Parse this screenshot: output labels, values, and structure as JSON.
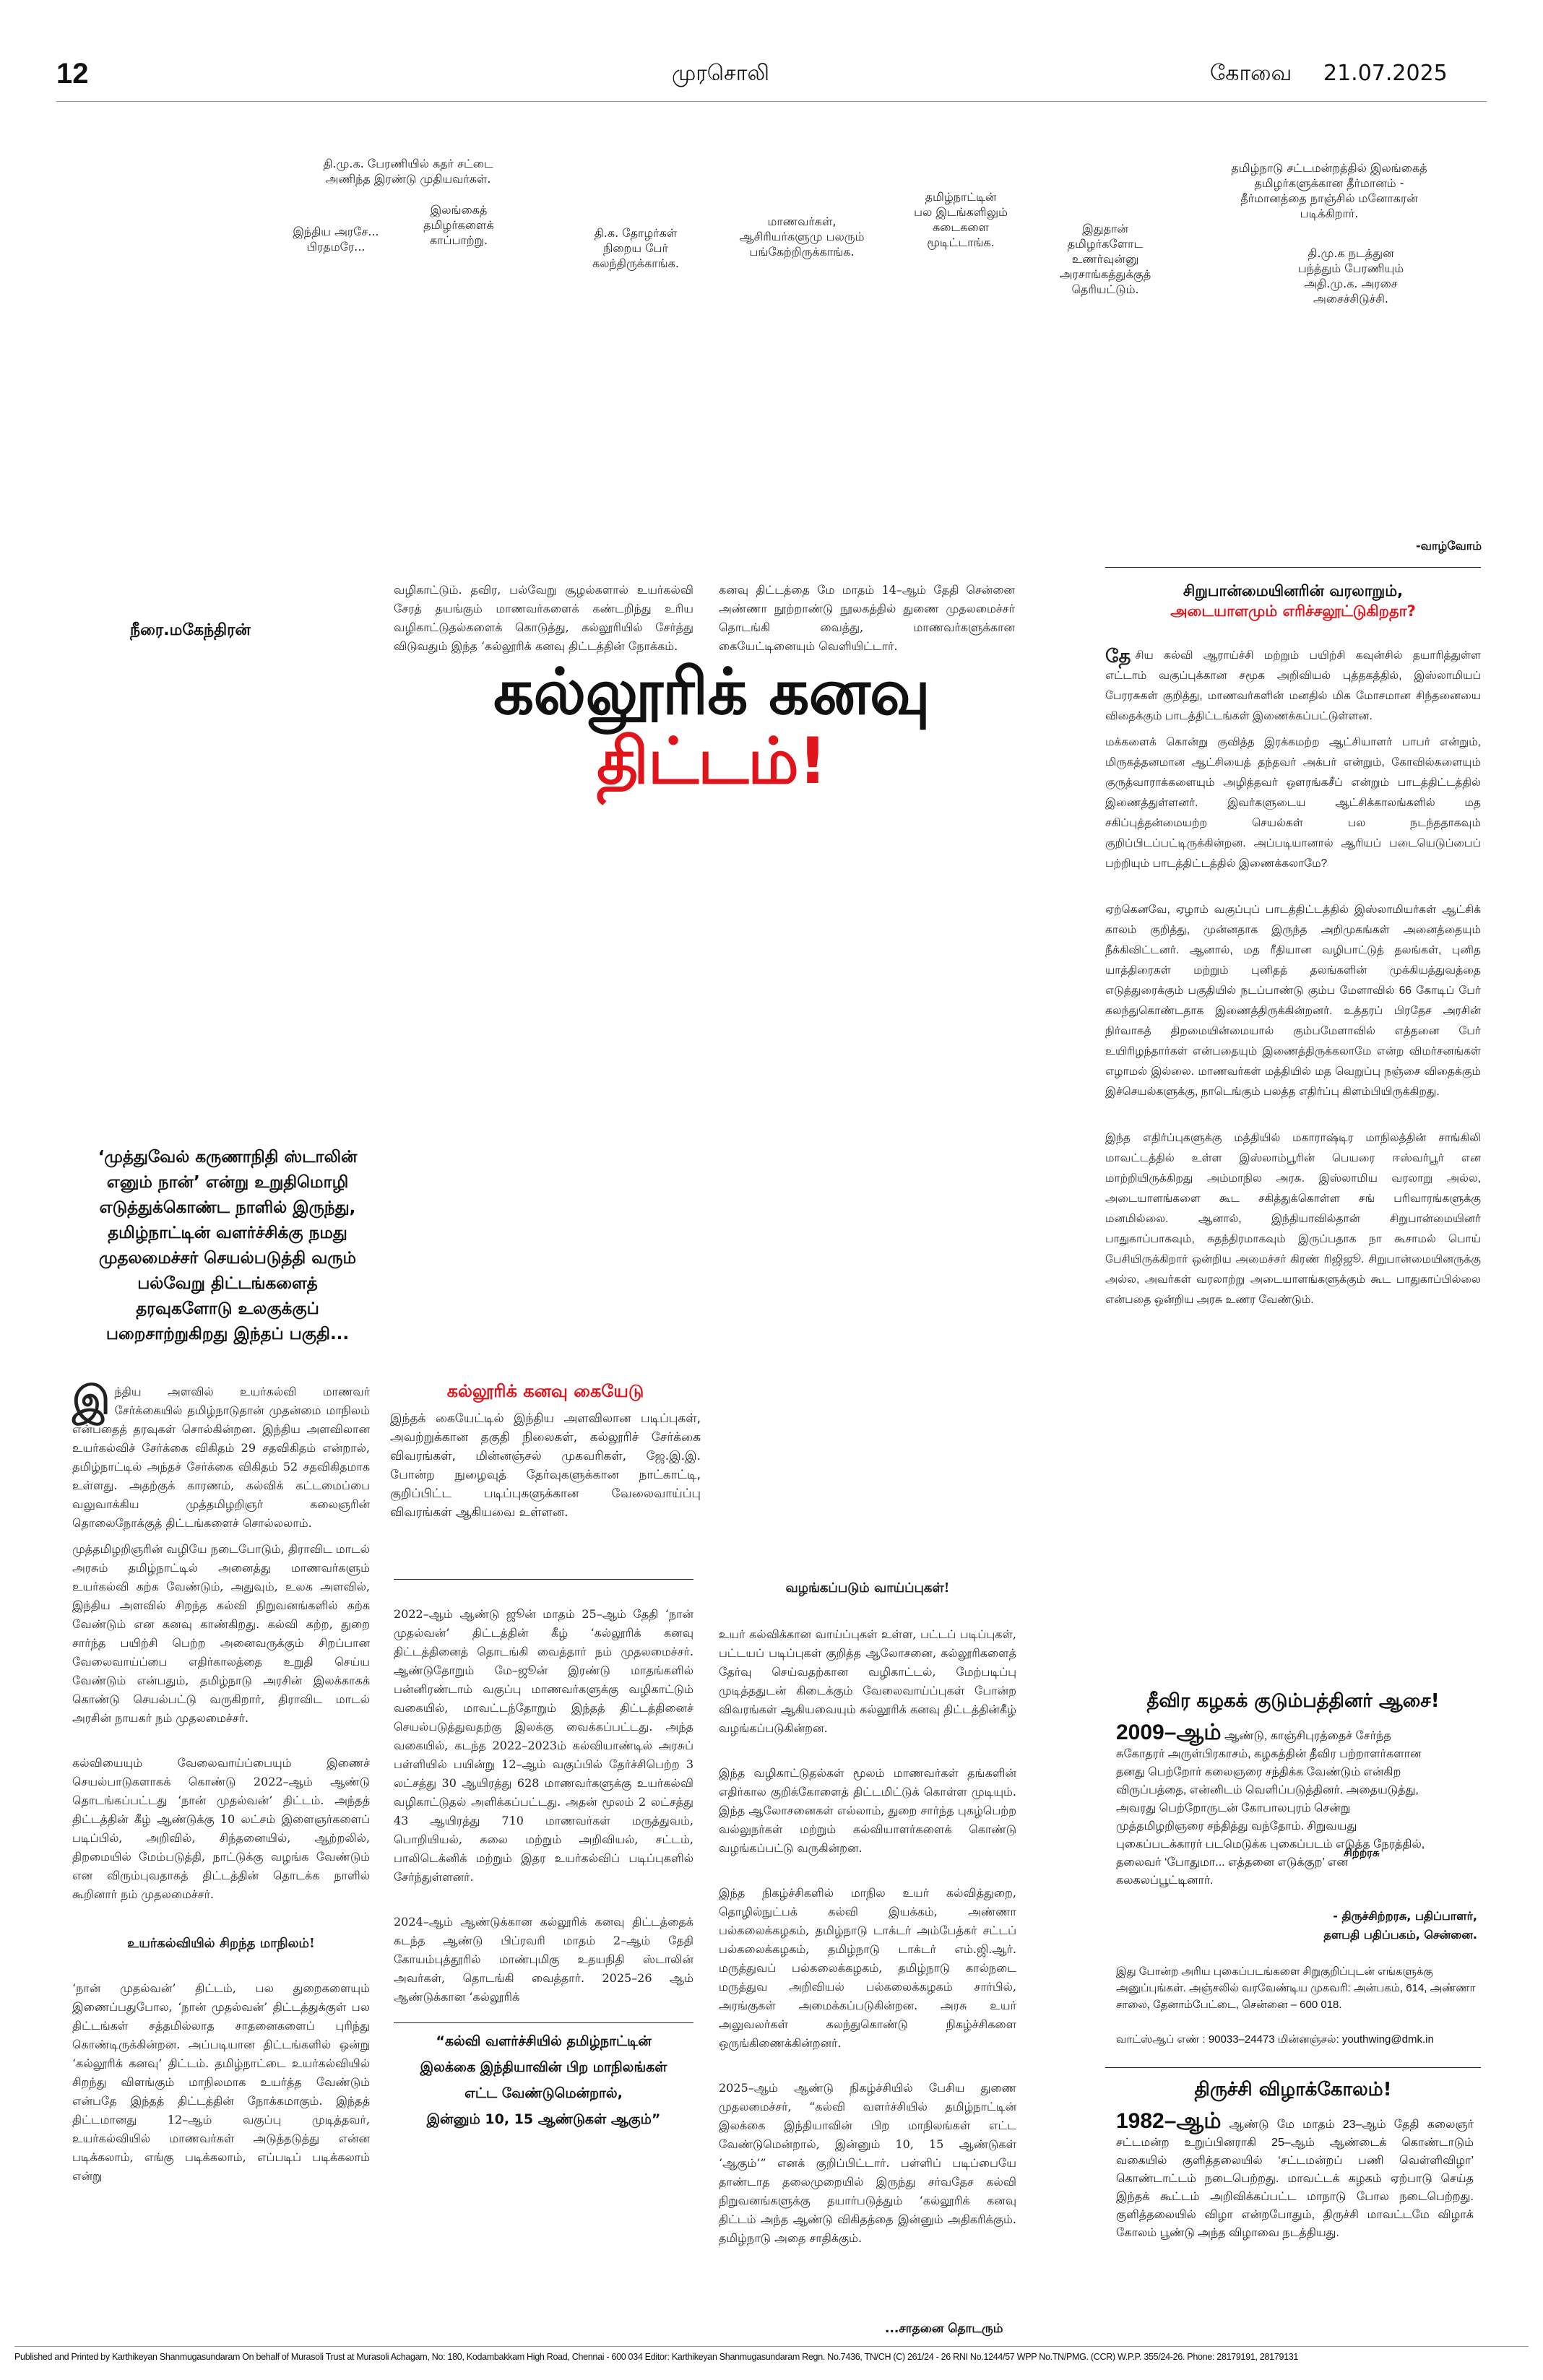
{
  "header": {
    "page_number": "12",
    "masthead": "முரசொலி",
    "edition": "கோவை",
    "date": "21.07.2025"
  },
  "photo_captions": [
    "தி.மு.க. பேரணியில் கதர் சட்டை\nஅணிந்த இரண்டு முதியவர்கள்.",
    "இந்திய அரசே...\nபிரதமரே...",
    "இலங்கைத்\nதமிழர்களைக்\nகாப்பாற்று.",
    "தி.க. தோழர்கள்\nநிறைய பேர்\nகலந்திருக்காங்க.",
    "மாணவர்கள்,\nஆசிரியர்களுமு பலரும்\nபங்கேற்றிருக்காங்க.",
    "தமிழ்நாட்டின்\nபல இடங்களிலும்\nகடைகளை\nமூடிட்டாங்க.",
    "இதுதான்\nதமிழர்களோட\nஉணர்வுன்னு\nஅரசாங்கத்துக்குத்\nதெரியட்டும்.",
    "தமிழ்நாடு சட்டமன்றத்தில் இலங்கைத்\nதமிழர்களுக்கான தீர்மானம் -\nதீர்மானத்தை நாஞ்சில் மனோகரன்\nபடிக்கிறார்.",
    "தி.மு.க நடத்துன\nபந்த்தும் பேரணியும்\nஅதி.மு.க. அரசை\nஅசைச்சிடுச்சி."
  ],
  "signoff": "-வாழ்வோம்",
  "sidebar_top": {
    "title_line1": "சிறுபான்மையினரின் வரலாறும்,",
    "title_line2": "அடையாளமும் எரிச்சலூட்டுகிறதா?",
    "p1_drop": "தே",
    "p1": "சிய கல்வி ஆராய்ச்சி மற்றும் பயிற்சி கவுன்சில் தயாரித்துள்ள எட்டாம் வகுப்புக்கான சமூக அறிவியல் புத்தகத்தில், இஸ்லாமியப் பேரரசுகள் குறித்து, மாணவர்களின் மனதில் மிக மோசமான சிந்தனையை விதைக்கும் பாடத்திட்டங்கள் இணைக்கப்பட்டுள்ளன.",
    "p2": "மக்களைக் கொன்று குவித்த இரக்கமற்ற ஆட்சியாளர் பாபர் என்றும், மிருகத்தனமான ஆட்சியைத் தந்தவர் அக்பர் என்றும், கோவில்களையும் குருத்வாராக்களையும் அழித்தவர் ஔரங்கசீப் என்றும் பாடத்திட்டத்தில் இணைத்துள்ளனர். இவர்களுடைய ஆட்சிக்காலங்களில் மத சகிப்புத்தன்மையற்ற செயல்கள் பல நடந்ததாகவும் குறிப்பிடப்பட்டிருக்கின்றன. அப்படியானால் ஆரியப் படையெடுப்பைப் பற்றியும் பாடத்திட்டத்தில் இணைக்கலாமே?",
    "p3": "ஏற்கெனவே, ஏழாம் வகுப்புப் பாடத்திட்டத்தில் இஸ்லாமியர்கள் ஆட்சிக் காலம் குறித்து, முன்னதாக இருந்த அறிமுகங்கள் அனைத்தையும் நீக்கிவிட்டனர். ஆனால், மத ரீதியான வழிபாட்டுத் தலங்கள், புனித யாத்திரைகள் மற்றும் புனிதத் தலங்களின் முக்கியத்துவத்தை எடுத்துரைக்கும் பகுதியில் நடப்பாண்டு கும்ப மேளாவில் 66 கோடிப் பேர் கலந்துகொண்டதாக இணைத்திருக்கின்றனர். உத்தரப் பிரதேச அரசின் நிர்வாகத் திறமையின்மையால் கும்பமேளாவில் எத்தனை பேர் உயிரிழந்தார்கள் என்பதையும் இணைத்திருக்கலாமே என்ற விமர்சனங்கள் எழாமல் இல்லை. மாணவர்கள் மத்தியில் மத வெறுப்பு நஞ்சை விதைக்கும் இச்செயல்களுக்கு, நாடெங்கும் பலத்த எதிர்ப்பு கிளம்பியிருக்கிறது.",
    "p4": "இந்த எதிர்ப்புகளுக்கு மத்தியில் மகாராஷ்டிர மாநிலத்தின் சாங்கிலி மாவட்டத்தில் உள்ள இஸ்லாம்பூரின் பெயரை ஈஸ்வர்பூர் என மாற்றியிருக்கிறது அம்மாநில அரசு. இஸ்லாமிய வரலாறு அல்ல, அடையாளங்களை கூட சகித்துக்கொள்ள சங் பரிவாரங்களுக்கு மனமில்லை. ஆனால், இந்தியாவில்தான் சிறுபான்மையினர் பாதுகாப்பாகவும், சுதந்திரமாகவும் இருப்பதாக நா கூசாமல் பொய் பேசியிருக்கிறார் ஒன்றிய அமைச்சர் கிரண் ரிஜிஜூ. சிறுபான்மையினருக்கு அல்ல, அவர்கள் வரலாற்று அடையாளங்களுக்கும் கூட பாதுகாப்பில்லை என்பதை ஒன்றிய அரசு உணர வேண்டும்."
  },
  "article": {
    "byline": "நீரை.மகேந்திரன்",
    "headline_part1": "கல்லூரிக் கனவு ",
    "headline_part2": "திட்டம்!",
    "top_col1": "வழிகாட்டும். தவிர, பல்வேறு சூழல்களால் உயர்கல்வி சேரத் தயங்கும் மாணவர்களைக் கண்டறிந்து உரிய வழிகாட்டுதல்களைக் கொடுத்து, கல்லூரியில் சேர்த்து விடுவதும் இந்த ‘கல்லூரிக் கனவு திட்டத்தின் நோக்கம்.",
    "top_col2": "கனவு திட்டத்தை மே மாதம் 14–ஆம் தேதி சென்னை அண்ணா நூற்றாண்டு நூலகத்தில் துணை முதலமைச்சர் தொடங்கி வைத்து, மாணவர்களுக்கான கையேட்டினையும் வெளியிட்டார்.",
    "pullquote": "‘முத்துவேல் கருணாநிதி ஸ்டாலின் எனும் நான்’ என்று உறுதிமொழி எடுத்துக்கொண்ட நாளில் இருந்து, தமிழ்நாட்டின் வளர்ச்சிக்கு நமது முதலமைச்சர் செயல்படுத்தி வரும் பல்வேறு திட்டங்களைத் தரவுகளோடு உலகுக்குப் பறைசாற்றுகிறது இந்தப் பகுதி...",
    "col1_p1_drop": "இ",
    "col1_p1": "ந்திய அளவில் உயர்கல்வி மாணவர் சேர்க்கையில் தமிழ்நாடுதான் முதன்மை மாநிலம் என்பதைத் தரவுகள் சொல்கின்றன. இந்திய அளவிலான உயர்கல்விச் சேர்க்கை விகிதம் 29 சதவிகிதம் என்றால், தமிழ்நாட்டில் அந்தச் சேர்க்கை விகிதம் 52 சதவிகிதமாக உள்ளது. அதற்குக் காரணம், கல்விக் கட்டமைப்பை வலுவாக்கிய முத்தமிழறிஞர் கலைஞரின் தொலைநோக்குத் திட்டங்களைச் சொல்லலாம்.",
    "col1_p2": "முத்தமிழறிஞரின் வழியே நடைபோடும், திராவிட மாடல் அரசும் தமிழ்நாட்டில் அனைத்து மாணவர்களும் உயர்கல்வி கற்க வேண்டும், அதுவும், உலக அளவில், இந்திய அளவில் சிறந்த கல்வி நிறுவனங்களில் கற்க வேண்டும் என கனவு காண்கிறது. கல்வி கற்ற, துறை சார்ந்த பயிற்சி பெற்ற அனைவருக்கும் சிறப்பான வேலைவாய்ப்பை எதிர்காலத்தை உறுதி செய்ய வேண்டும் என்பதும், தமிழ்நாடு அரசின் இலக்காகக் கொண்டு செயல்பட்டு வருகிறார், திராவிட மாடல் அரசின் நாயகர் நம் முதலமைச்சர்.",
    "col1_p3": "கல்வியையும் வேலைவாய்ப்பையும் இணைச் செயல்பாடுகளாகக் கொண்டு 2022–ஆம் ஆண்டு தொடங்கப்பட்டது ‘நான் முதல்வன்’ திட்டம். அந்தத் திட்டத்தின் கீழ் ஆண்டுக்கு 10 லட்சம் இளைஞர்களைப் படிப்பில், அறிவில், சிந்தனையில், ஆற்றலில், திறமையில் மேம்படுத்தி, நாட்டுக்கு வழங்க வேண்டும் என விரும்புவதாகத் திட்டத்தின் தொடக்க நாளில் கூறினார் நம் முதலமைச்சர்.",
    "col1_subhead": "உயர்கல்வியில் சிறந்த மாநிலம்!",
    "col1_p4": "‘நான் முதல்வன்’ திட்டம், பல துறைகளையும் இணைப்பதுபோல, ‘நான் முதல்வன்’ திட்டத்துக்குள் பல திட்டங்கள் சத்தமில்லாத சாதனைகளைப் புரிந்து கொண்டிருக்கின்றன. அப்படியான திட்டங்களில் ஒன்று ‘கல்லூரிக் கனவு’ திட்டம். தமிழ்நாட்டை உயர்கல்வியில் சிறந்து விளங்கும் மாநிலமாக உயர்த்த வேண்டும் என்பதே இந்தத் திட்டத்தின் நோக்கமாகும். இந்தத் திட்டமானது 12–ஆம் வகுப்பு முடித்தவர், உயர்கல்வியில் மாணவர்கள் அடுத்தடுத்து என்ன படிக்கலாம், எங்கு படிக்கலாம், எப்படிப் படிக்கலாம் என்று",
    "box_title": "கல்லூரிக் கனவு கையேடு",
    "box_text": "இந்தக் கையேட்டில் இந்திய அளவிலான படிப்புகள், அவற்றுக்கான தகுதி நிலைகள், கல்லூரிச் சேர்க்கை விவரங்கள், மின்னஞ்சல் முகவரிகள், ஜே.இ.இ. போன்ற நுழைவுத் தேர்வுகளுக்கான நாட்காட்டி, குறிப்பிட்ட படிப்புகளுக்கான வேலைவாய்ப்பு விவரங்கள் ஆகியவை உள்ளன.",
    "col2_p1": "2022–ஆம் ஆண்டு ஜூன் மாதம் 25–ஆம் தேதி ‘நான் முதல்வன்’ திட்டத்தின் கீழ் ‘கல்லூரிக் கனவு திட்டத்தினைத் தொடங்கி வைத்தார் நம் முதலமைச்சர். ஆண்டுதோறும் மே–ஜூன் இரண்டு மாதங்களில் பன்னிரண்டாம் வகுப்பு மாணவர்களுக்கு வழிகாட்டும் வகையில், மாவட்டந்தோறும் இந்தத் திட்டத்தினைச் செயல்படுத்துவதற்கு இலக்கு வைக்கப்பட்டது. அந்த வகையில், கடந்த 2022–2023ம் கல்வியாண்டில் அரசுப் பள்ளியில் பயின்று 12–ஆம் வகுப்பில் தேர்ச்சிபெற்ற 3 லட்சத்து 30 ஆயிரத்து 628 மாணவர்களுக்கு உயர்கல்வி வழிகாட்டுதல் அளிக்கப்பட்டது. அதன் மூலம் 2 லட்சத்து 43 ஆயிரத்து 710 மாணவர்கள் மருத்துவம், பொறியியல், கலை மற்றும் அறிவியல், சட்டம், பாலிடெக்னிக் மற்றும் இதர உயர்கல்விப் படிப்புகளில் சேர்ந்துள்ளனர்.",
    "col2_p2": "2024–ஆம் ஆண்டுக்கான கல்லூரிக் கனவு திட்டத்தைக் கடந்த ஆண்டு பிப்ரவரி மாதம் 2–ஆம் தேதி கோயம்புத்தூரில் மாண்புமிகு உதயநிதி ஸ்டாலின் அவர்கள், தொடங்கி வைத்தார். 2025–26 ஆம் ஆண்டுக்கான ‘கல்லூரிக்",
    "col2_quote_l1": "“கல்வி வளர்ச்சியில் தமிழ்நாட்டின்",
    "col2_quote_l2": "இலக்கை இந்தியாவின் பிற மாநிலங்கள்",
    "col2_quote_l3": "எட்ட வேண்டுமென்றால்,",
    "col2_quote_l4": "இன்னும் 10, 15 ஆண்டுகள் ஆகும்”",
    "col3_subhead": "வழங்கப்படும் வாய்ப்புகள்!",
    "col3_p1": "உயர் கல்விக்கான வாய்ப்புகள் உள்ள, பட்டப் படிப்புகள், பட்டயப் படிப்புகள் குறித்த ஆலோசனை, கல்லூரிகளைத் தேர்வு செய்வதற்கான வழிகாட்டல், மேற்படிப்பு முடித்ததுடன் கிடைக்கும் வேலைவாய்ப்புகள் போன்ற விவரங்கள் ஆகியவையும் கல்லூரிக் கனவு திட்டத்தின்கீழ் வழங்கப்படுகின்றன.",
    "col3_p2": "இந்த வழிகாட்டுதல்கள் மூலம் மாணவர்கள் தங்களின் எதிர்கால குறிக்கோளைத் திட்டமிட்டுக் கொள்ள முடியும். இந்த ஆலோசனைகள் எல்லாம், துறை சார்ந்த புகழ்பெற்ற வல்லுநர்கள் மற்றும் கல்வியாளர்களைக் கொண்டு வழங்கப்பட்டு வருகின்றன.",
    "col3_p3": "இந்த நிகழ்ச்சிகளில் மாநில உயர் கல்வித்துறை, தொழில்நுட்பக் கல்வி இயக்கம், அண்ணா பல்கலைக்கழகம், தமிழ்நாடு டாக்டர் அம்பேத்கர் சட்டப் பல்கலைக்கழகம், தமிழ்நாடு டாக்டர் எம்.ஜி.ஆர். மருத்துவப் பல்கலைக்கழகம், தமிழ்நாடு கால்நடை மருத்துவ அறிவியல் பல்கலைக்கழகம் சார்பில், அரங்குகள் அமைக்கப்படுகின்றன. அரசு உயர் அலுவலர்கள் கலந்துகொண்டு நிகழ்ச்சிகளை ஒருங்கிணைக்கின்றனர்.",
    "col3_p4": "2025–ஆம் ஆண்டு நிகழ்ச்சியில் பேசிய துணை முதலமைச்சர், “கல்வி வளர்ச்சியில் தமிழ்நாட்டின் இலக்கை இந்தியாவின் பிற மாநிலங்கள் எட்ட வேண்டுமென்றால், இன்னும் 10, 15 ஆண்டுகள் ‘ஆகும்’” எனக் குறிப்பிட்டார். பள்ளிப் படிப்பையே தாண்டாத தலைமுறையில் இருந்து சர்வதேச கல்வி நிறுவனங்களுக்கு தயார்படுத்தும் ‘கல்லூரிக் கனவு திட்டம் அந்த ஆண்டு விகிதத்தை இன்னும் அதிகரிக்கும். தமிழ்நாடு அதை சாதிக்கும்.",
    "continued": "...சாதனை தொடரும்"
  },
  "sidebar_dmk": {
    "title": "தீவிர கழகக் குடும்பத்தினர் ஆசை!",
    "text_lead": "2009–ஆம்",
    "text": "ஆண்டு, காஞ்சிபுரத்தைச் சேர்ந்த சுகோதரர் அருள்பிரகாசம், கழகத்தின் தீவிர பற்றாளர்களான தனது பெற்றோர் கலைஞரை சந்திக்க வேண்டும் என்கிற விருப்பத்தை, என்னிடம் வெளிப்படுத்தினர். அதையடுத்து, அவரது பெற்றோருடன் கோபாலபுரம் சென்று முத்தமிழறிஞரை சந்தித்து வந்தோம். சிறுவயது புகைப்படக்காரர் படமெடுக்க புகைப்படம் எடுத்த நேரத்தில், தலைவர் ‘போதுமா... எத்தனை எடுக்குற’ என கலகலப்பூட்டினார்.",
    "photo_label": "சிற்றரசு",
    "signature": "- திருச்சிற்றரசு, பதிப்பாளர்,\nதளபதி பதிப்பகம், சென்னை.",
    "notice": "இது போன்ற அரிய புகைப்படங்களை சிறுகுறிப்புடன் எங்களுக்கு அனுப்புங்கள். அஞ்சலில் வரவேண்டிய முகவரி: அன்பகம், 614, அண்ணா சாலை, தேனாம்பேட்டை, சென்னை – 600 018.",
    "contact": "வாட்ஸ்ஆப் எண் : 90033–24473 மின்னஞ்சல்: youthwing@dmk.in"
  },
  "sidebar_trichy": {
    "title": "திருச்சி விழாக்கோலம்!",
    "text_lead": "1982–ஆம்",
    "text": "ஆண்டு மே மாதம் 23–ஆம் தேதி கலைஞர் சட்டமன்ற உறுப்பினராகி 25–ஆம் ஆண்டைக் கொண்டாடும் வகையில் குளித்தலையில் ‘சட்டமன்றப் பணி வெள்ளிவிழா’ கொண்டாட்டம் நடைபெற்றது. மாவட்டக் கழகம் ஏற்பாடு செய்த இந்தக் கூட்டம் அறிவிக்கப்பட்ட மாநாடு போல நடைபெற்றது. குளித்தலையில் விழா என்றபோதும், திருச்சி மாவட்டமே விழாக் கோலம் பூண்டு அந்த விழாவை நடத்தியது."
  },
  "footer": {
    "imprint": "Published and Printed by Karthikeyan Shanmugasundaram On behalf of Murasoli Trust at Murasoli Achagam, No: 180, Kodambakkam High Road, Chennai - 600 034 Editor: Karthikeyan Shanmugasundaram Regn. No.7436, TN/CH (C) 261/24 - 26 RNI No.1244/57 WPP No.TN/PMG. (CCR) W.P.P. 355/24-26. Phone: 28179191, 28179131"
  }
}
